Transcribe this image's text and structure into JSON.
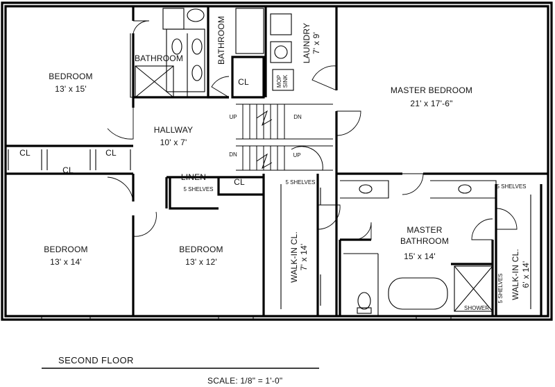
{
  "rooms": {
    "bedroom_nw": {
      "name": "BEDROOM",
      "size": "13' x 15'"
    },
    "bathroom_1": {
      "name": "BATHROOM"
    },
    "bathroom_2": {
      "name": "BATHROOM"
    },
    "laundry": {
      "name": "LAUNDRY",
      "size": "7' x 9'"
    },
    "master_bedroom": {
      "name": "MASTER BEDROOM",
      "size": "21' x 17'-6\""
    },
    "hallway": {
      "name": "HALLWAY",
      "size": "10' x 7'"
    },
    "bedroom_sw": {
      "name": "BEDROOM",
      "size": "13' x 14'"
    },
    "bedroom_s": {
      "name": "BEDROOM",
      "size": "13' x 12'"
    },
    "walk_in_closet_1": {
      "name": "WALK-IN CL.",
      "size": "7' x 14'"
    },
    "master_bathroom": {
      "name_line1": "MASTER",
      "name_line2": "BATHROOM",
      "size": "15' x 14'"
    },
    "walk_in_closet_2": {
      "name": "WALK-IN CL.",
      "size": "6' x 14'"
    }
  },
  "labels": {
    "closet": "CL",
    "linen": "LINEN",
    "shelves": "5 SHELVES",
    "shower": "SHOWER",
    "stair_up": "UP",
    "stair_down": "DN",
    "mop_sink_1": "MOP",
    "mop_sink_2": "SINK"
  },
  "footer": {
    "title": "SECOND FLOOR",
    "scale": "SCALE: 1/8\" = 1'-0\""
  }
}
